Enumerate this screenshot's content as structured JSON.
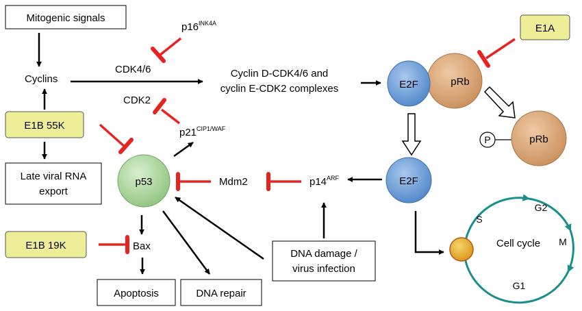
{
  "nodes": {
    "mitogenic_signals": "Mitogenic signals",
    "cyclins": "Cyclins",
    "cdk46": "CDK4/6",
    "cdk2": "CDK2",
    "p16": "p16",
    "p16_sup": "INK4A",
    "complexes_line1": "Cyclin D-CDK4/6 and",
    "complexes_line2": "cyclin E-CDK2 complexes",
    "e1a": "E1A",
    "e2f_bound": "E2F",
    "prb_bound": "pRb",
    "phospho": "P",
    "prb_free": "pRb",
    "e1b55k": "E1B 55K",
    "p21": "p21",
    "p21_sup": "CIP1/WAF",
    "late_rna_line1": "Late viral RNA",
    "late_rna_line2": "export",
    "p53": "p53",
    "mdm2": "Mdm2",
    "p14": "p14",
    "p14_sup": "ARF",
    "e2f_free": "E2F",
    "e1b19k": "E1B 19K",
    "bax": "Bax",
    "dna_damage_line1": "DNA damage /",
    "dna_damage_line2": "virus infection",
    "apoptosis": "Apoptosis",
    "dna_repair": "DNA repair",
    "cell_cycle": "Cell cycle",
    "phase_s": "S",
    "phase_g2": "G2",
    "phase_m": "M",
    "phase_g1": "G1"
  },
  "colors": {
    "activation_arrow": "#000000",
    "inhibition": "#e8231f",
    "viral_box": "#eeee99",
    "e2f_fill": "#6f9fd8",
    "prb_fill": "#d9a77a",
    "p53_fill": "#aed3a0",
    "cell_cycle_ring": "#1a8e8e",
    "cell_cycle_node": "#e9b52a"
  }
}
